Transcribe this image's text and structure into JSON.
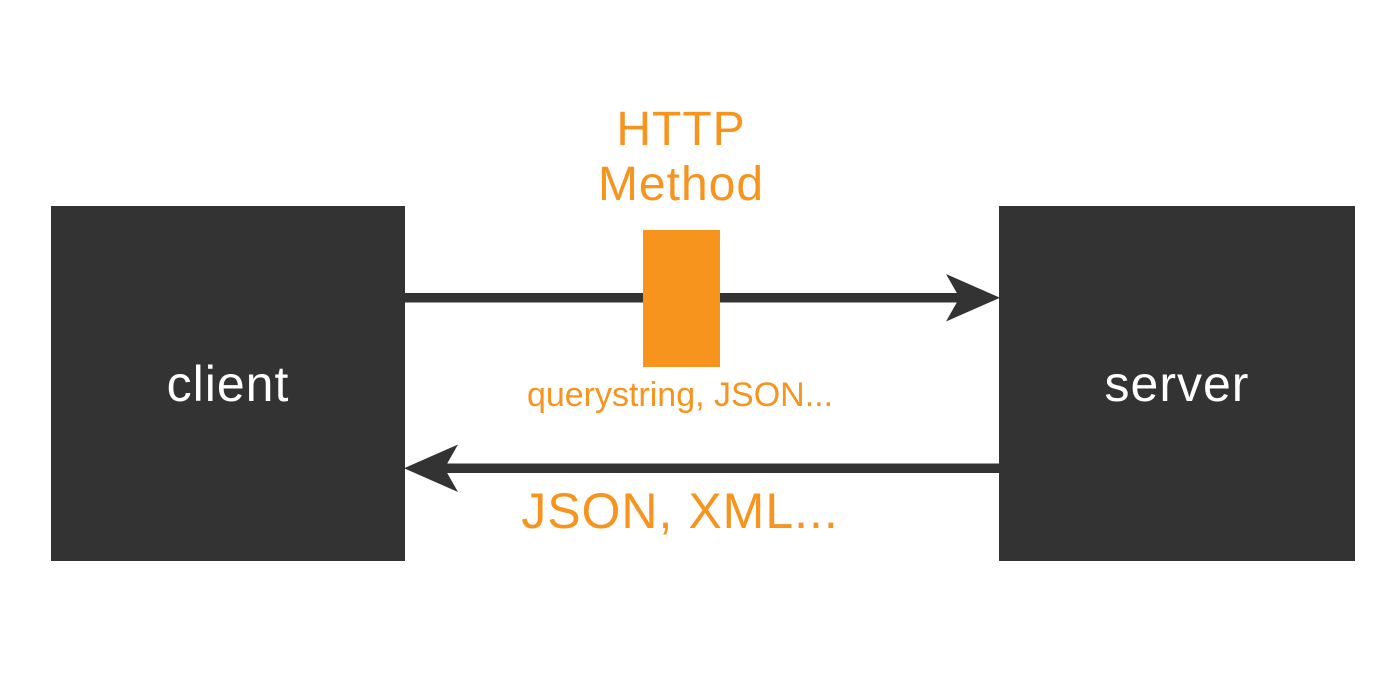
{
  "colors": {
    "background": "#ffffff",
    "node_fill": "#333333",
    "node_text": "#ffffff",
    "arrow": "#333333",
    "accent": "#f7941e"
  },
  "diagram": {
    "client": {
      "label": "client"
    },
    "server": {
      "label": "server"
    },
    "request_arrow": {
      "title_line1": "HTTP",
      "title_line2": "Method",
      "payload_label": "querystring, JSON..."
    },
    "response_arrow": {
      "payload_label": "JSON, XML..."
    }
  }
}
